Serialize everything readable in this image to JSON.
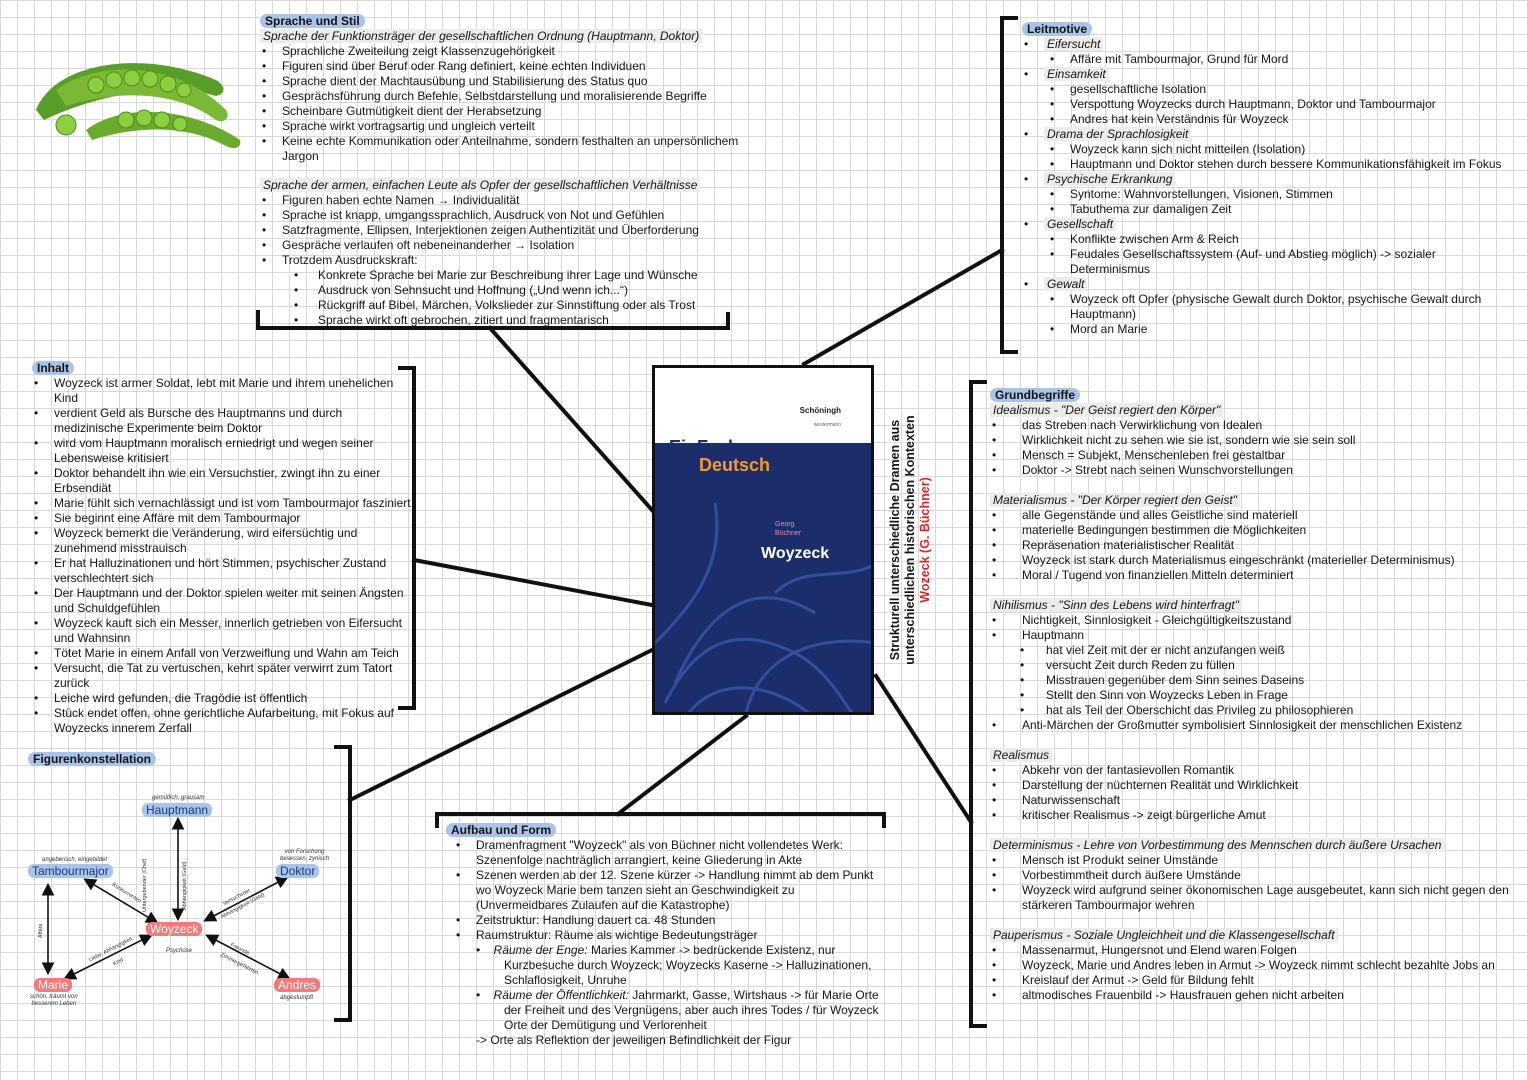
{
  "sprache": {
    "title": "Sprache und Stil",
    "sub1": "Sprache der Funktionsträger der gesellschaftlichen Ordnung (Hauptmann, Doktor)",
    "items1": [
      "Sprachliche Zweiteilung zeigt Klassenzugehörigkeit",
      "Figuren sind über Beruf oder Rang definiert, keine echten Individuen",
      "Sprache dient der Machtausübung und Stabilisierung des Status quo",
      "Gesprächsführung durch Befehle, Selbstdarstellung und moralisierende Begriffe",
      "Scheinbare Gutmütigkeit dient der Herabsetzung",
      "Sprache wirkt vortragsartig und ungleich verteilt",
      "Keine echte Kommunikation oder Anteilnahme, sondern festhalten an unpersönlichem Jargon"
    ],
    "sub2": "Sprache der armen, einfachen Leute als Opfer der gesellschaftlichen Verhältnisse",
    "items2": [
      "Figuren haben echte Namen → Individualität",
      "Sprache ist knapp, umgangssprachlich, Ausdruck von Not und Gefühlen",
      "Satzfragmente, Ellipsen, Interjektionen zeigen Authentizität und Überforderung",
      "Gespräche verlaufen oft nebeneinanderher → Isolation",
      "Trotzdem Ausdruckskraft:"
    ],
    "items3": [
      "Konkrete Sprache bei Marie zur Beschreibung ihrer Lage und Wünsche",
      "Ausdruck von Sehnsucht und Hoffnung („Und wenn ich...“)",
      "Rückgriff auf Bibel, Märchen, Volkslieder zur Sinnstiftung oder als Trost",
      "Sprache wirkt oft gebrochen, zitiert und fragmentarisch"
    ]
  },
  "leitmotive": {
    "title": "Leitmotive",
    "groups": [
      {
        "name": "Eifersucht",
        "items": [
          "Affäre mit Tambourmajor, Grund für Mord"
        ]
      },
      {
        "name": "Einsamkeit",
        "items": [
          "gesellschaftliche Isolation",
          "Verspottung Woyzecks durch Hauptmann, Doktor und Tambourmajor",
          "Andres hat kein Verständnis für Woyzeck"
        ]
      },
      {
        "name": "Drama der Sprachlosigkeit",
        "items": [
          "Woyzeck kann sich nicht mitteilen (Isolation)",
          "Hauptmann und Doktor stehen durch bessere Kommunikationsfähigkeit im Fokus"
        ]
      },
      {
        "name": "Psychische Erkrankung",
        "items": [
          "Syntome: Wahnvorstellungen, Visionen, Stimmen",
          "Tabuthema zur damaligen Zeit"
        ]
      },
      {
        "name": "Gesellschaft",
        "items": [
          "Konflikte zwischen Arm & Reich",
          "Feudales Gesellschaftssystem (Auf- und Abstieg möglich) -> sozialer Determinismus"
        ]
      },
      {
        "name": "Gewalt",
        "items": [
          "Woyzeck oft Opfer (physische Gewalt durch Doktor, psychische Gewalt durch Hauptmann)",
          "Mord an Marie"
        ]
      }
    ]
  },
  "inhalt": {
    "title": "Inhalt",
    "items": [
      "Woyzeck ist armer Soldat, lebt mit Marie und ihrem unehelichen Kind",
      "verdient Geld als Bursche des Hauptmanns und durch medizinische Experimente beim Doktor",
      "wird vom Hauptmann moralisch erniedrigt und wegen seiner Lebensweise kritisiert",
      "Doktor behandelt ihn wie ein Versuchstier, zwingt ihn zu einer Erbsendiät",
      "Marie fühlt sich vernachlässigt und ist vom Tambourmajor fasziniert",
      "Sie beginnt eine Affäre mit dem Tambourmajor",
      "Woyzeck bemerkt die Veränderung, wird eifersüchtig und zunehmend misstrauisch",
      "Er hat Halluzinationen und hört Stimmen, psychischer Zustand verschlechtert sich",
      "Der Hauptmann und der Doktor spielen weiter mit seinen Ängsten und Schuldgefühlen",
      "Woyzeck kauft sich ein Messer, innerlich getrieben von Eifersucht und Wahnsinn",
      "Tötet Marie in einem Anfall von Verzweiflung und Wahn am Teich",
      "Versucht, die Tat zu vertuschen, kehrt später verwirrt zum Tatort zurück",
      "Leiche wird gefunden, die Tragödie ist öffentlich",
      "Stück endet offen, ohne gerichtliche Aufarbeitung, mit Fokus auf Woyzecks innerem Zerfall"
    ]
  },
  "book": {
    "publisher": "Schöningh",
    "publisher_sub": "westermann",
    "series1": "EinFach",
    "series2": "Deutsch",
    "author_first": "Georg",
    "author_last": "Büchner",
    "title": "Woyzeck"
  },
  "vertical": {
    "line1": "Strukturell unterschiedliche Dramen aus",
    "line2": "unterschiedlichen historischen Kontexten",
    "line3": "Wozeck (G. Büchner)"
  },
  "grundbegriffe": {
    "title": "Grundbegriffe",
    "blocks": [
      {
        "head": "Idealismus - \"Der Geist regiert den Körper\"",
        "items": [
          {
            "t": "das Streben nach Verwirklichung von Idealen",
            "l": 1
          },
          {
            "t": "Wirklichkeit nicht zu sehen wie sie ist, sondern wie sie sein soll",
            "l": 1
          },
          {
            "t": "Mensch = Subjekt, Menschenleben frei gestaltbar",
            "l": 1
          },
          {
            "t": "Doktor -> Strebt nach seinen Wunschvorstellungen",
            "l": 1
          }
        ]
      },
      {
        "head": "Materialismus - \"Der Körper regiert den Geist\"",
        "items": [
          {
            "t": "alle Gegenstände und alles Geistliche sind materiell",
            "l": 1
          },
          {
            "t": "materielle Bedingungen bestimmen die Möglichkeiten",
            "l": 1
          },
          {
            "t": "Repräsenation materialistischer Realität",
            "l": 1
          },
          {
            "t": "Woyzeck ist stark durch Materialismus eingeschränkt (materieller Determinismus)",
            "l": 1
          },
          {
            "t": "Moral / Tugend von finanziellen Mitteln determiniert",
            "l": 1
          }
        ]
      },
      {
        "head": "Nihilismus - \"Sinn des Lebens wird hinterfragt\"",
        "items": [
          {
            "t": "Nichtigkeit, Sinnlosigkeit - Gleichgültigkeitszustand",
            "l": 1
          },
          {
            "t": "Hauptmann",
            "l": 1
          },
          {
            "t": "hat viel Zeit mit der er nicht anzufangen weiß",
            "l": 2
          },
          {
            "t": "versucht Zeit durch Reden zu füllen",
            "l": 2
          },
          {
            "t": "Misstrauen gegenüber dem Sinn seines Daseins",
            "l": 2
          },
          {
            "t": "Stellt den Sinn von Woyzecks Leben in Frage",
            "l": 2
          },
          {
            "t": "hat als Teil der Oberschicht das Privileg zu philosophieren",
            "l": 2
          },
          {
            "t": "Anti-Märchen der Großmutter symbolisiert Sinnlosigkeit der menschlichen Existenz",
            "l": 1
          }
        ]
      },
      {
        "head": "Realismus",
        "items": [
          {
            "t": "Abkehr von der fantasievollen Romantik",
            "l": 1
          },
          {
            "t": "Darstellung der nüchternen Realität und Wirklichkeit",
            "l": 1
          },
          {
            "t": "Naturwissenschaft",
            "l": 1
          },
          {
            "t": "kritischer Realismus -> zeigt bürgerliche Amut",
            "l": 1
          }
        ]
      },
      {
        "head": "Determinismus - Lehre von Vorbestimmung des Mennschen durch äußere Ursachen",
        "items": [
          {
            "t": "Mensch ist Produkt seiner Umstände",
            "l": 1
          },
          {
            "t": "Vorbestimmtheit durch äußere Umstände",
            "l": 1
          },
          {
            "t": "Woyzeck wird aufgrund seiner ökonomischen Lage ausgebeutet, kann sich nicht gegen den stärkeren Tambourmajor wehren",
            "l": 1
          }
        ]
      },
      {
        "head": "Pauperismus - Soziale Ungleichheit und die Klassengesellschaft",
        "items": [
          {
            "t": "Massenarmut, Hungersnot und Elend waren Folgen",
            "l": 1
          },
          {
            "t": "Woyzeck, Marie und Andres leben in Armut -> Woyzeck nimmt schlecht bezahlte Jobs an",
            "l": 1
          },
          {
            "t": "Kreislauf der Armut -> Geld für Bildung fehlt",
            "l": 1
          },
          {
            "t": "altmodisches Frauenbild -> Hausfrauen gehen nicht arbeiten",
            "l": 1
          }
        ]
      }
    ]
  },
  "aufbau": {
    "title": "Aufbau und Form",
    "items": [
      "Dramenfragment \"Woyzeck\" als von Büchner nicht vollendetes Werk: Szenenfolge nachträglich arrangiert, keine Gliederung in Akte",
      "Szenen werden ab der 12. Szene kürzer -> Handlung nimmt ab dem Punkt wo Woyzeck Marie bem tanzen sieht an Geschwindigkeit zu (Unvermeidbares Zulaufen auf die Katastrophe)",
      "Zeitstruktur: Handlung dauert ca. 48 Stunden",
      "Raumstruktur: Räume als wichtige Bedeutungsträger"
    ],
    "enge_label": "Räume der Enge:",
    "enge_text": " Maries Kammer -> bedrückende Existenz, nur Kurzbesuche durch Woyzeck; Woyzecks Kaserne -> Halluzinationen, Schlaflosigkeit, Unruhe",
    "oeff_label": "Räume der Öffentlichkeit:",
    "oeff_text": " Jahrmarkt, Gasse, Wirtshaus -> für Marie Orte der Freiheit und des Vergnügens, aber auch ihres Todes / für Woyzeck Orte der Demütigung und Verlorenheit",
    "conclusion": "-> Orte als Reflektion der jeweiligen Befindlichkeit der Figur"
  },
  "figuren": {
    "title": "Figurenkonstellation",
    "hauptmann": "Hauptmann",
    "hauptmann_desc": "gemütlich, grausam",
    "tambourmajor": "Tambourmajor",
    "tambourmajor_desc": "angeberisch, eingebildet",
    "doktor": "Doktor",
    "doktor_desc1": "von Forschung",
    "doktor_desc2": "besessen, zynisch",
    "woyzeck": "Woyzeck",
    "woyzeck_desc": "Psychose",
    "marie": "Marie",
    "marie_desc1": "schön, träumt von",
    "marie_desc2": "besserem Leben",
    "andres": "Andres",
    "andres_desc": "abgestumpft",
    "rel_hw1": "Untergebender (Chef)",
    "rel_hw2": "Abhängigkeit (Geld)",
    "rel_tw": "Konkurrenten",
    "rel_dw1": "Versuchstier",
    "rel_dw2": "Abhängigkeit (Geld)",
    "rel_tm": "Affäre",
    "rel_wm1": "Liebe, Abhängigkeit",
    "rel_wm2": "Kind",
    "rel_wa1": "Freunde",
    "rel_wa2": "Zimmergefährten"
  },
  "colors": {
    "highlight": "#a9c4e8",
    "red": "#d42a2a",
    "book_blue": "#1b2d6b",
    "book_orange": "#f29a2e"
  }
}
